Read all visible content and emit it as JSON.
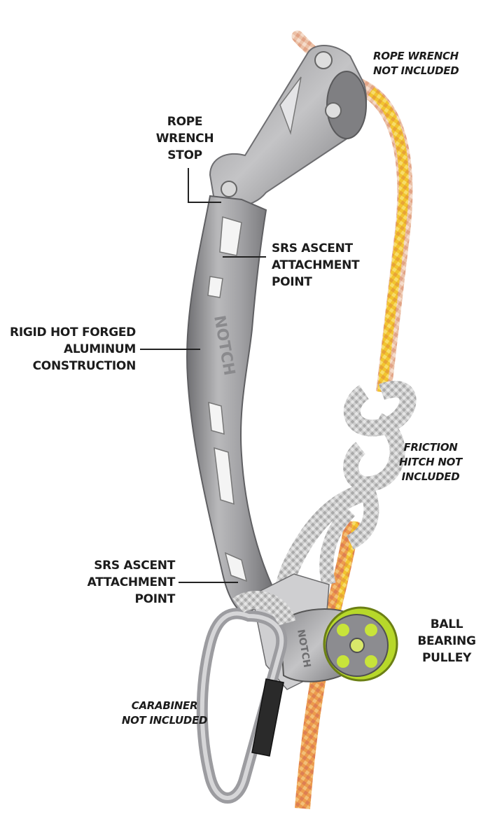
{
  "colors": {
    "background": "#ffffff",
    "label_text": "#1c1c1c",
    "aluminum": "#9a9a9c",
    "rope_yellow": "#f2c430",
    "rope_orange": "#e99a55",
    "rope_salmon": "#e8b49a",
    "hitch_grey": "#c9c9c9",
    "pulley_green": "#b7d82a",
    "carabiner_black": "#2a2a2a"
  },
  "labels": {
    "rope_wrench_not_included": {
      "line1": "ROPE WRENCH",
      "line2": "NOT INCLUDED"
    },
    "rope_wrench_stop": {
      "line1": "ROPE",
      "line2": "WRENCH",
      "line3": "STOP"
    },
    "srs_ascent_upper": {
      "line1": "SRS ASCENT",
      "line2": "ATTACHMENT",
      "line3": "POINT"
    },
    "rigid_construction": {
      "line1": "RIGID HOT FORGED",
      "line2": "ALUMINUM",
      "line3": "CONSTRUCTION"
    },
    "friction_hitch": {
      "line1": "FRICTION",
      "line2": "HITCH NOT",
      "line3": "INCLUDED"
    },
    "srs_ascent_lower": {
      "line1": "SRS ASCENT",
      "line2": "ATTACHMENT",
      "line3": "POINT"
    },
    "ball_bearing_pulley": {
      "line1": "BALL",
      "line2": "BEARING",
      "line3": "PULLEY"
    },
    "carabiner": {
      "line1": "CARABINER",
      "line2": "NOT INCLUDED"
    }
  },
  "product": {
    "engraving_main": "NOTCH",
    "engraving_pulley": "NOTCH",
    "icons": [
      "rope-wrench-icon",
      "aluminum-arm-icon",
      "rope-icon",
      "friction-hitch-icon",
      "pulley-icon",
      "carabiner-icon"
    ]
  }
}
